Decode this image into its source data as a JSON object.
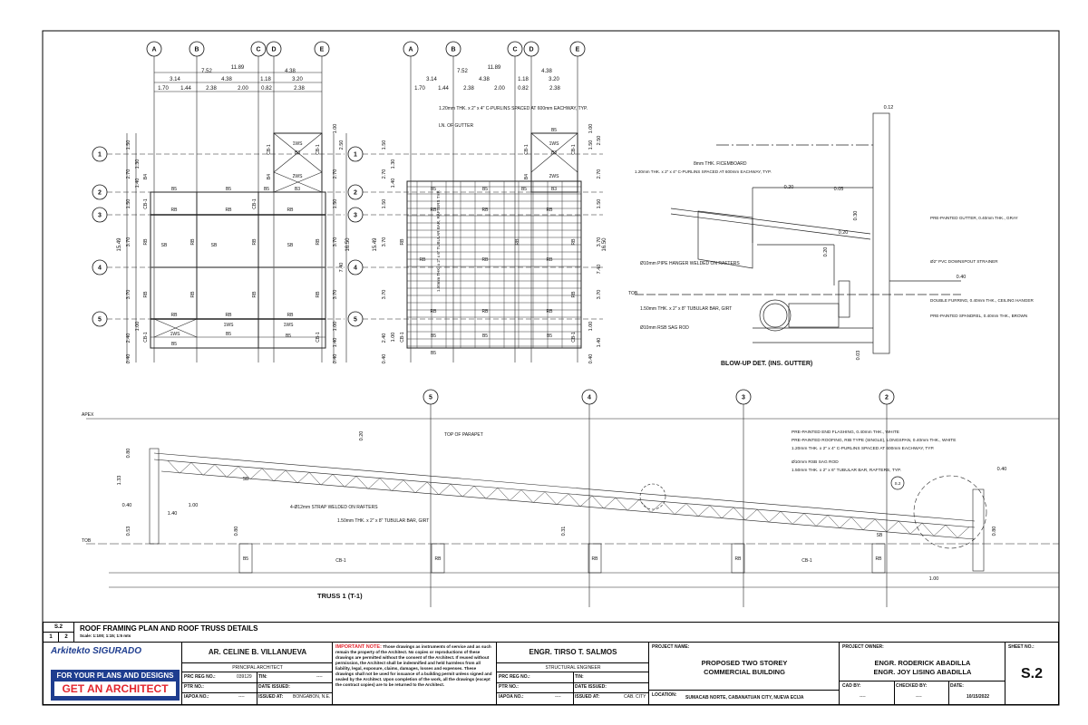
{
  "sheet": {
    "code": "S.2",
    "title": "ROOF FRAMING PLAN AND ROOF TRUSS DETAILS",
    "scale": "Scale: 1:100; 1:15; 1:5 mts",
    "num_left": "1",
    "num_right": "2"
  },
  "grid_labels": {
    "cols": [
      "A",
      "B",
      "C",
      "D",
      "E"
    ],
    "rows": [
      "1",
      "2",
      "3",
      "4",
      "5"
    ],
    "truss_bubbles": [
      "5",
      "4",
      "3",
      "2"
    ]
  },
  "plan_dims": {
    "total": "11.89",
    "sub1": [
      "7.52",
      "4.38"
    ],
    "sub2": [
      "3.14",
      "4.38",
      "1.18",
      "3.20"
    ],
    "sub3": [
      "1.70",
      "1.44",
      "2.38",
      "2.00",
      "0.82",
      "2.38"
    ],
    "left_vertical": [
      "1.50",
      "2.70",
      "1.50",
      "3.70",
      "3.70",
      "2.40",
      "0.40"
    ],
    "left_inner": [
      "1.30",
      "1.40",
      "1.00"
    ],
    "total_vertical": "15.49",
    "right_vertical": [
      "1.00",
      "2.50",
      "2.70",
      "1.50",
      "3.70",
      "7.40",
      "16.50",
      "1.00",
      "1.40",
      "0.40"
    ],
    "right_inner": [
      "1.50"
    ]
  },
  "plan_labels": {
    "beams": [
      "B5",
      "B4",
      "B3",
      "RB",
      "SB",
      "CB-1",
      "1WS",
      "2WS"
    ],
    "purlins": "1.20mm THK. x 2\" x 4\" C-PURLINS SPACED AT 600mm EACHWAY, TYP.",
    "gutter_line": "LN. OF GUTTER",
    "tubular_vertical": "1.50mm THK. x 2\" x 6\" TUBULAR BAR, RAFTERS TYP."
  },
  "section_labels": {
    "tob": "TOB",
    "pipe_hanger": "Ø10mm PIPE HANGER WELDED ON RAFTERS",
    "tubular_girt": "1.50mm THK. x 2\" x 8\" TUBULAR BAR, GIRT",
    "sag_rod": "Ø10mm RSB SAG ROD"
  },
  "blowup": {
    "title": "BLOW-UP DET. (INS. GUTTER)",
    "fascia": "8mm THK. FICEMBOARD",
    "purlins": "1.20mm THK. x 2\" x 4\" C-PURLINS SPACED AT 600mm EACHWAY, TYP.",
    "gutter": "PRE-PAINTED GUTTER, 0.40mm THK., GRAY",
    "downspout": "Ø2\" PVC DOWNSPOUT STRAINER",
    "furring": "DOUBLE FURRING, 0.40mm THK., CEILING HANGER",
    "spandrel": "PRE-PAINTED SPANDREL, 0.40mm THK., BROWN",
    "dims": [
      "0.12",
      "0.20",
      "0.05",
      "0.20",
      "0.30",
      "0.20",
      "0.40",
      "0.03"
    ]
  },
  "truss": {
    "title": "TRUSS 1 (T-1)",
    "apex": "APEX",
    "tob": "TOB",
    "top_parapet": "TOP OF PARAPET",
    "strap": "4-Ø12mm STRAP WELDED ON RAFTERS",
    "girt": "1.50mm THK. x 2\" x 8\" TUBULAR BAR, GIRT",
    "notes": [
      "PRE-PAINTED END FLASHING, 0.40mm THK., WHITE",
      "PRE-PAINTED ROOFING, RIB TYPE (SINGLE), LONGSPAN, 0.40mm THK., WHITE",
      "1.20mm THK. x 2\" x 4\" C-PURLINS SPACED AT 600mm EACHWAY, TYP.",
      "Ø10mm RSB SAG ROD",
      "1.50mm THK. x 2\" x 6\" TUBULAR BAR, RAFTERS, TYP."
    ],
    "members": [
      "B5",
      "CB-1",
      "RB",
      "RB",
      "RB",
      "CB-1",
      "RB",
      "SB",
      "SB"
    ],
    "dims": [
      "0.80",
      "1.33",
      "0.20",
      "0.40",
      "1.00",
      "1.40",
      "0.53",
      "0.80",
      "0.31",
      "0.40",
      "0.80",
      "1.00"
    ],
    "callout": "S.2"
  },
  "title_block": {
    "brand": {
      "name": "Arkitekto SIGURADO",
      "line1": "FOR YOUR PLANS AND DESIGNS",
      "line2": "GET AN ARCHITECT",
      "color_red": "#e3262e",
      "color_blue": "#1e3d8f"
    },
    "architect": {
      "name": "AR. CELINE B. VILLANUEVA",
      "role": "PRINCIPAL ARCHITECT",
      "prc_label": "PRC REG NO.:",
      "prc_value": "039129",
      "tin_label": "TIN:",
      "tin_value": "----",
      "ptr_label": "PTR NO.:",
      "date_label": "DATE ISSUED:",
      "iapoa_label": "IAPOA NO.:",
      "iapoa_value": "----",
      "issued_label": "ISSUED AT:",
      "issued_value": "BONGABON, N.E."
    },
    "notice": {
      "head": "IMPORTANT NOTE:",
      "body": "Those drawings as instruments of service and as such remain the property of the Architect. No copies or reproductions of these drawings are permitted without the consent of the Architect. If reused without permission, the Architect shall be indemnified and held harmless from all liability, legal, exposure, claims, damages, losses and expenses. These drawings shall not be used for issuance of a building permit unless signed and sealed by the Architect. Upon completion of the work, all the drawings (except the contract copies) are to be returned to the Architect."
    },
    "engineer": {
      "name": "ENGR. TIRSO T. SALMOS",
      "role": "STRUCTURAL ENGINEER",
      "prc_label": "PRC REG NO.:",
      "tin_label": "TIN:",
      "ptr_label": "PTR NO.:",
      "date_label": "DATE ISSUED:",
      "iapoa_label": "IAPOA NO.:",
      "iapoa_value": "----",
      "issued_label": "ISSUED AT:",
      "issued_value": "CAB. CITY"
    },
    "project": {
      "label": "PROJECT NAME:",
      "line1": "PROPOSED TWO STOREY",
      "line2": "COMMERCIAL BUILDING",
      "location_label": "LOCATION:",
      "location": "SUMACAB NORTE, CABANATUAN CITY, NUEVA ECIJA"
    },
    "owner": {
      "label": "PROJECT OWNER:",
      "line1": "ENGR. RODERICK ABADILLA",
      "line2": "ENGR. JOY LISING ABADILLA",
      "cad_label": "CAD BY:",
      "cad_value": "----",
      "checked_label": "CHECKED BY:",
      "checked_value": "----",
      "date_label": "DATE:",
      "date_value": "10/15/2022"
    },
    "sheet": {
      "label": "SHEET NO.:",
      "value": "S.2"
    }
  }
}
